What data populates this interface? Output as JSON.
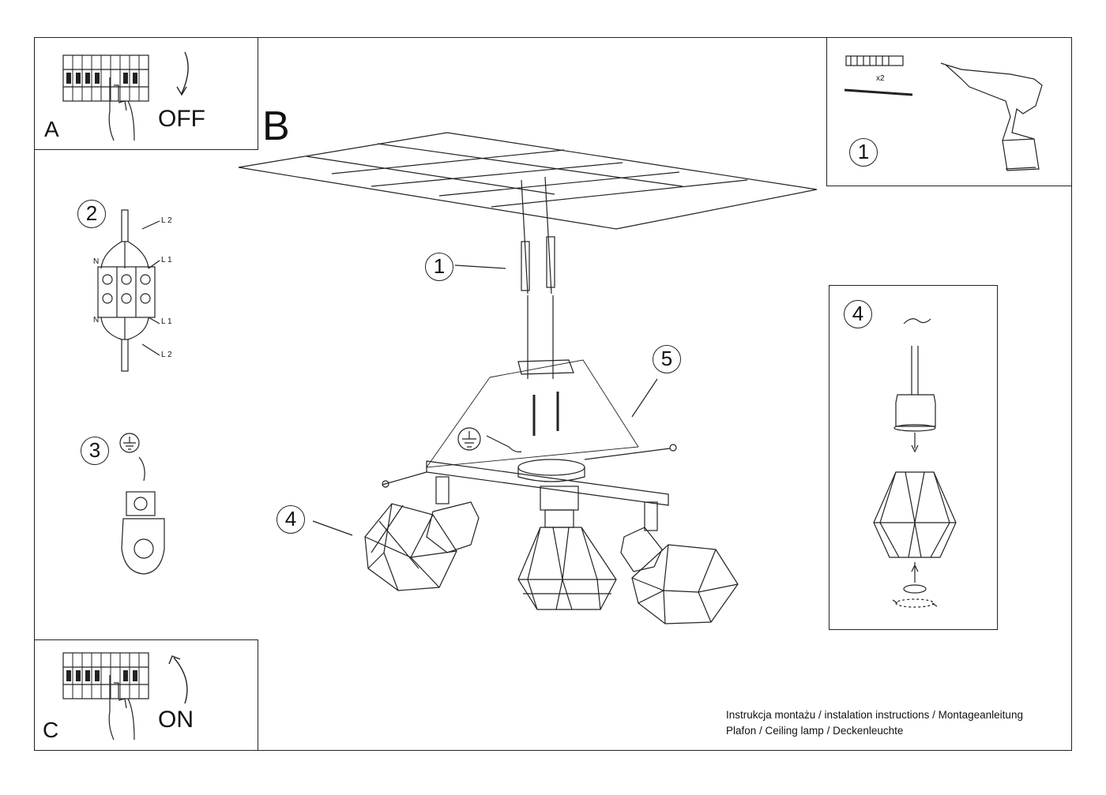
{
  "step_a": {
    "letter": "A",
    "label": "OFF"
  },
  "step_b": {
    "letter": "B"
  },
  "step_c": {
    "letter": "C",
    "label": "ON"
  },
  "tools": {
    "step_number": "1",
    "quantity": "x2"
  },
  "wiring": {
    "step_number": "2",
    "terminals": [
      "L 2",
      "N",
      "L 1",
      "N",
      "L 1",
      "L 2"
    ]
  },
  "ground": {
    "step_number": "3"
  },
  "main_callouts": [
    "1",
    "5",
    "4"
  ],
  "bulb_detail": {
    "step_number": "4"
  },
  "caption": {
    "line1": "Instrukcja montażu / instalation instructions / Montageanleitung",
    "line2": "Plafon / Ceiling lamp / Deckenleuchte"
  }
}
